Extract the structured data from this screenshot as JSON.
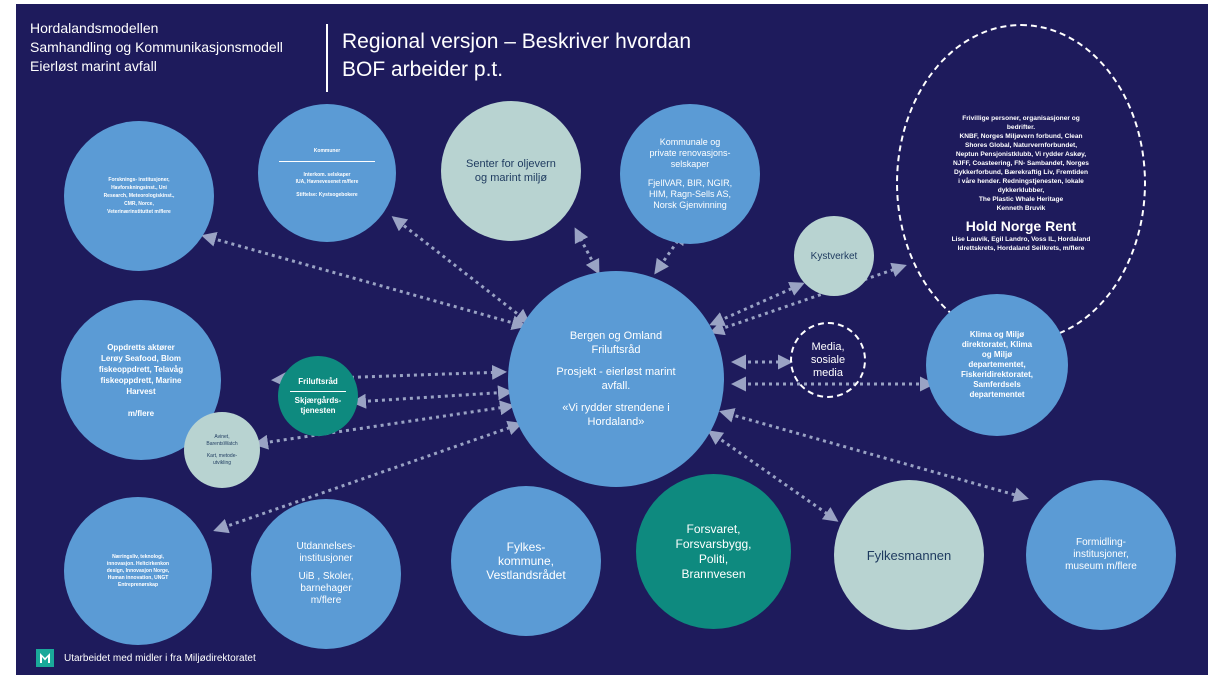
{
  "header": {
    "left_title": "Hordalandsmodellen\nSamhandling og Kommunikasjonsmodell\nEierløst marint avfall",
    "main_title": "Regional versjon – Beskriver hvordan\nBOF arbeider p.t."
  },
  "center": {
    "org": "Bergen og Omland\nFriluftsråd",
    "project": "Prosjekt - eierløst marint\navfall.",
    "motto": "«Vi rydder strendene  i\nHordaland»"
  },
  "nodes": {
    "research": "Forsknings- institusjoner,\nHavforskningsinst., Uni\nResearch, Meteorologiskinst.,\nCMR, Norce,\nVeterinærinstituttet m/flere",
    "municipalities_title": "Kommuner",
    "municipalities_body": "Interkom. selskaper\nIUA, Havnevesenet m/flere",
    "municipalities_foundations": "Stiftelse: Kystsogebokere",
    "oil_center": "Senter for oljevern\nog marint miljø",
    "renovation_title": "Kommunale og\nprivate renovasjons-\nselskaper",
    "renovation_body": "FjellVAR, BIR, NGIR,\nHIM, Ragn-Sells AS,\nNorsk Gjenvinning",
    "kystverket": "Kystverket",
    "volunteers_intro": "Frivillige personer, organisasjoner og\nbedrifter.\nKNBF, Norges Miljøvern forbund, Clean\nShores Global, Naturvernforbundet,\nNeptun Pensjonistklubb, Vi rydder Askøy,\nNJFF, Coasteering, FN- Sambandet, Norges\nDykkerforbund, Bærekraftig Liv, Fremtiden\ni våre hender. Redningstjenesten, lokale\ndykkerklubber,\nThe Plastic Whale Heritage\nKenneth Bruvik",
    "volunteers_highlight": "Hold Norge Rent",
    "volunteers_outro": "Lise Lauvik, Egil Landro, Voss IL, Hordaland\nIdrettskrets, Hordaland Seilkrets,  m/flere",
    "aquaculture": "Oppdretts aktører\nLerøy Seafood, Blom\nfiskeoppdrett, Telavåg\nfiskeoppdrett, Marine\nHarvest\n\nm/flere",
    "friluftsrad": "Friluftsråd",
    "skjaergard": "Skjærgårds-\ntjenesten",
    "media": "Media,\nsosiale\nmedia",
    "directorate": "Klima og Miljø\ndirektoratet, Klima\nog Miljø\ndepartementet,\nFiskeridirektoratet,\nSamferdsels\ndepartementet",
    "avinet_title": "Avinet,\nBarentsWatch",
    "avinet_body": "Kart, metode-\nutvikling",
    "business": "Næringsliv, teknologi,\ninnovasjon. Heltcirkenkon\ndesign, Innovasjon Norge,\nHuman innovation, UNGT\nEntreprenørskap",
    "education_title": "Utdannelses-\ninstitusjoner",
    "education_body": "UiB , Skoler,\nbarnehager\nm/flere",
    "county": "Fylkes-\nkommune,\nVestlandsrådet",
    "defence": "Forsvaret,\nForsvarsbygg,\nPoliti,\nBrannvesen",
    "governor": "Fylkesmannen",
    "museums": "Formidling-\ninstitusjoner,\nmuseum m/flere"
  },
  "footer": {
    "text": "Utarbeidet med midler i fra Miljødirektoratet"
  },
  "colors": {
    "background": "#1e1b5c",
    "blue_node": "#5b9bd5",
    "pale_node": "#b8d3d1",
    "teal_node": "#0e8a7f",
    "connector": "#9aa3c4"
  }
}
